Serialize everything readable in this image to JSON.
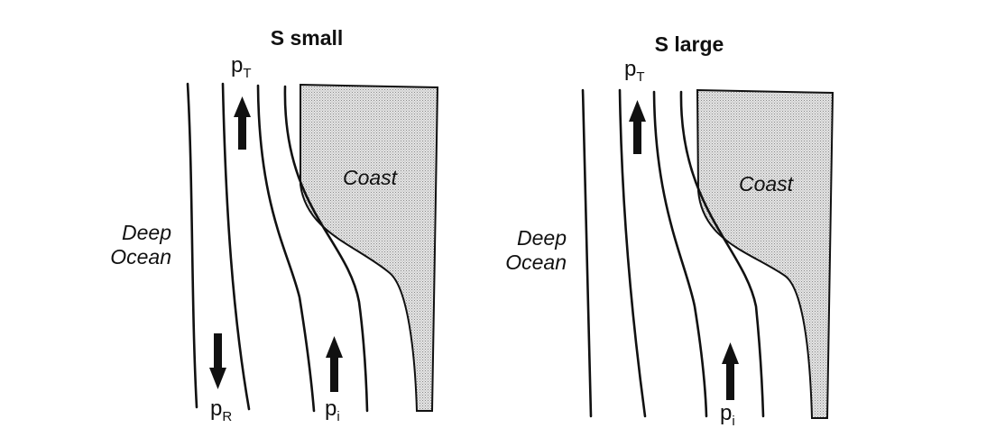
{
  "panels": [
    {
      "title": "S small",
      "coast_label": "Coast",
      "ocean_label_line1": "Deep",
      "ocean_label_line2": "Ocean",
      "labels": [
        {
          "p": "p",
          "sub": "T"
        },
        {
          "p": "p",
          "sub": "R"
        },
        {
          "p": "p",
          "sub": "i"
        }
      ]
    },
    {
      "title": "S large",
      "coast_label": "Coast",
      "ocean_label_line1": "Deep",
      "ocean_label_line2": "Ocean",
      "labels": [
        {
          "p": "p",
          "sub": "T"
        },
        {
          "p": "p",
          "sub": "i"
        }
      ]
    }
  ],
  "colors": {
    "ink": "#111111",
    "land_fill": "#d9d9d9"
  }
}
